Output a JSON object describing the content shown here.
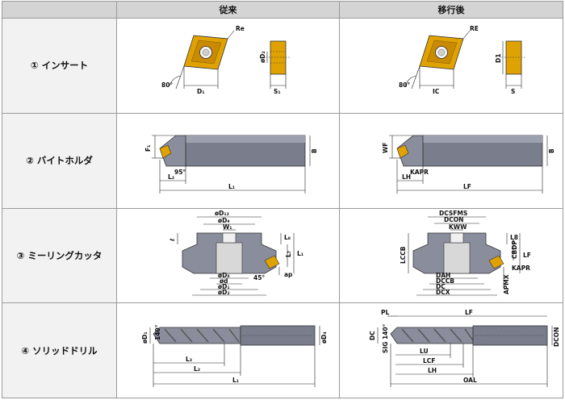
{
  "header": {
    "col_old": "従来",
    "col_new": "移行後"
  },
  "rows": [
    {
      "label": "① インサート",
      "old": {
        "re": "Re",
        "angle": "80°",
        "d1": "D₁",
        "d2": "øD₂",
        "s1": "S₁"
      },
      "new": {
        "re": "RE",
        "angle": "80°",
        "ic": "IC",
        "d1": "D1",
        "s": "S"
      }
    },
    {
      "label": "② バイトホルダ",
      "old": {
        "f1": "F₁",
        "angle": "95°",
        "l2": "L₂",
        "l1": "L₁",
        "b": "B"
      },
      "new": {
        "wf": "WF",
        "kapr": "KAPR",
        "lh": "LH",
        "lf": "LF",
        "b": "B"
      }
    },
    {
      "label": "③ ミーリングカッタ",
      "old": {
        "d12": "øD₁₂",
        "d9": "øD₉",
        "w1": "W₁",
        "l": "ℓ",
        "l8": "L₈",
        "l7": "L₇",
        "l1": "L₁",
        "d8": "øD₈",
        "d": "ød",
        "d1": "øD₁",
        "d2": "øD₂",
        "angle": "45°",
        "ap": "ap"
      },
      "new": {
        "dcsfms": "DCSFMS",
        "dcon": "DCON",
        "kww": "KWW",
        "lccb": "LCCB",
        "l8": "L8",
        "cbdp": "CBDP",
        "lf": "LF",
        "kapr": "KAPR",
        "dah": "DAH",
        "dccb": "DCCB",
        "dc": "DC",
        "dcx": "DCX",
        "apmx": "APMX"
      }
    },
    {
      "label": "④ ソリッドドリル",
      "old": {
        "d1": "øD₁",
        "angle": "140°",
        "d4": "øD₄",
        "l3": "L₃",
        "l2": "L₂",
        "l1": "L₁"
      },
      "new": {
        "pl": "PL",
        "lf": "LF",
        "dc": "DC",
        "sig": "SIG 140°",
        "dcon": "DCON",
        "lu": "LU",
        "lcf": "LCF",
        "lh": "LH",
        "oal": "OAL"
      }
    }
  ]
}
